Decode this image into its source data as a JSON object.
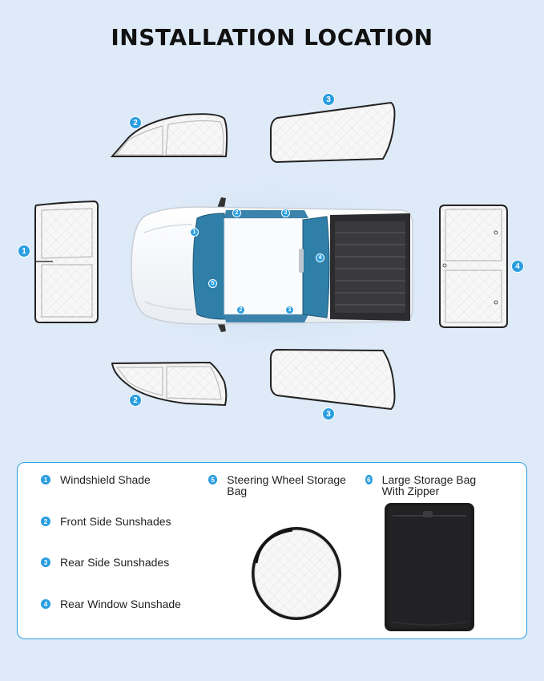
{
  "title": "INSTALLATION LOCATION",
  "badges": {
    "windshield": "1",
    "front_side": "2",
    "rear_side": "3",
    "rear_window": "4",
    "steering": "5",
    "storage_bag": "6"
  },
  "legend": {
    "items": [
      {
        "num": "1",
        "label": "Windshield Shade"
      },
      {
        "num": "2",
        "label": "Front Side Sunshades"
      },
      {
        "num": "3",
        "label": "Rear Side Sunshades"
      },
      {
        "num": "4",
        "label": "Rear Window Sunshade"
      },
      {
        "num": "5",
        "label": "Steering Wheel Storage Bag"
      },
      {
        "num": "6",
        "label": "Large Storage Bag With Zipper"
      }
    ]
  },
  "colors": {
    "background": "#deeaf7",
    "accent": "#2a9ee0",
    "glass": "#2f7fa8"
  }
}
